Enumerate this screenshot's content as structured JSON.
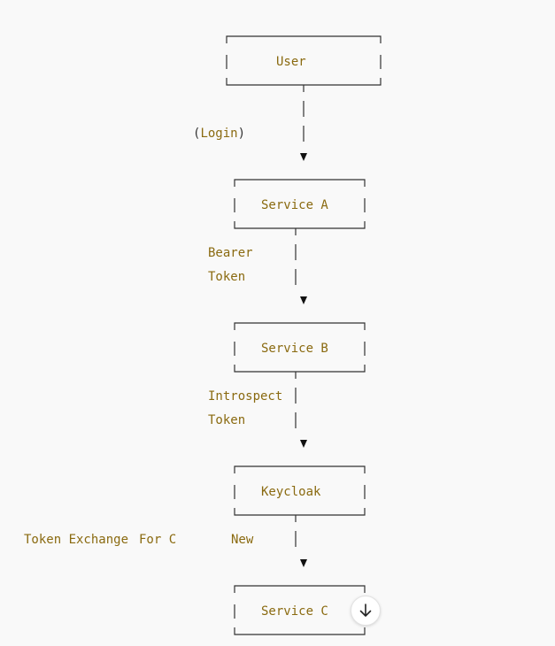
{
  "nodes": {
    "user": "User",
    "service_a": "Service A",
    "service_b": "Service B",
    "keycloak": "Keycloak",
    "service_c": "Service C"
  },
  "edges": {
    "user_to_a": {
      "open": "(",
      "label": "Login",
      "close": ")"
    },
    "a_to_b": {
      "line1": "Bearer",
      "line2": "Token"
    },
    "b_to_keycloak": {
      "line1": "Introspect",
      "line2": "Token"
    },
    "keycloak_to_c": {
      "label_left": "Token Exchange",
      "label_for": "For C",
      "label_new": "New"
    }
  },
  "arrowhead_glyph": "▼",
  "scroll_down_icon": "arrow-down-icon",
  "colors": {
    "label": "#8a6a10",
    "line": "#333333",
    "background": "#f9f9f9"
  }
}
